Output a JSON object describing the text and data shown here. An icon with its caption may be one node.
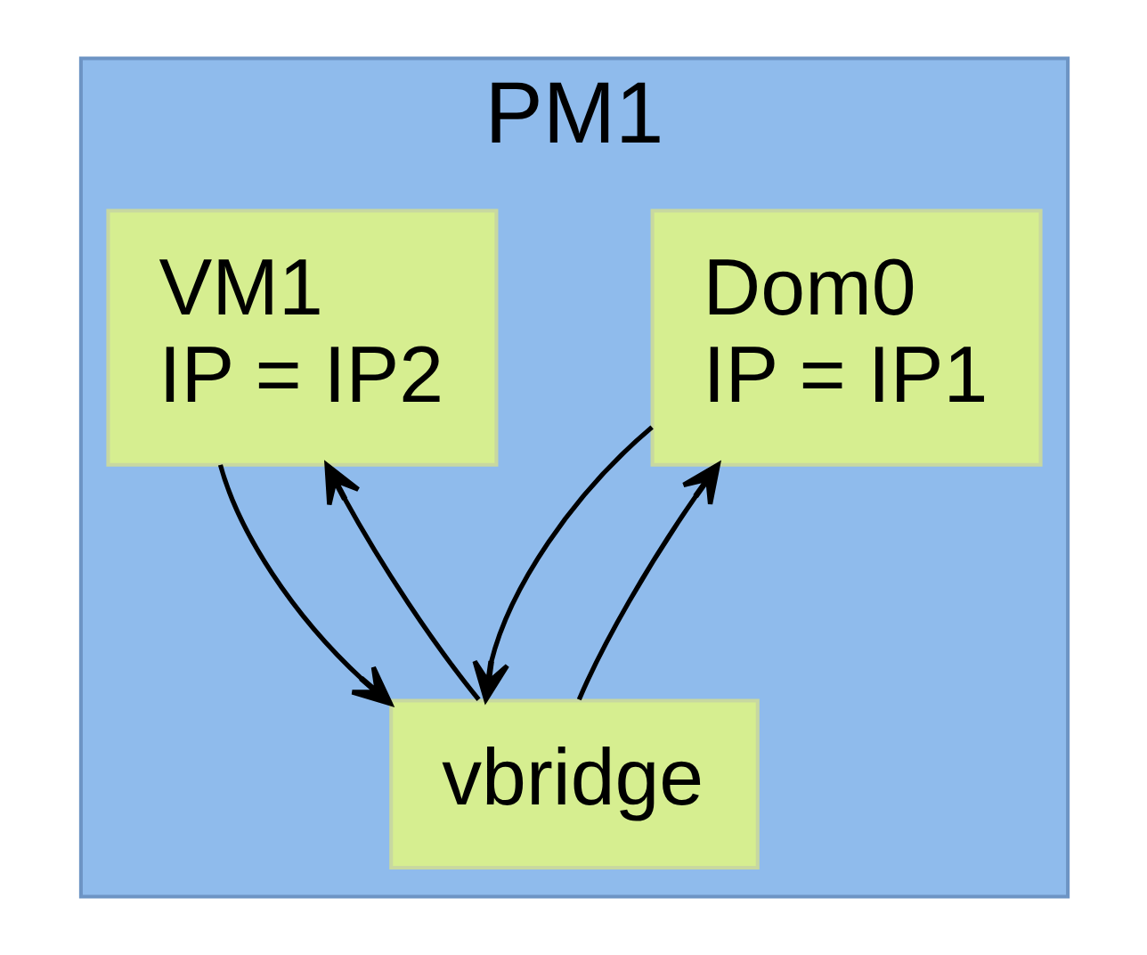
{
  "diagram": {
    "nodes": [
      {
        "text": [
          "PM1"
        ]
      },
      {
        "text": [
          "Dom0",
          "IP = IP1"
        ],
        "in": 0
      },
      {
        "text": [
          "VM1",
          "IP = IP2"
        ],
        "in": 0
      },
      {
        "text": [
          "vbridge"
        ],
        "in": 0
      }
    ],
    "edges": [
      {
        "from": 3,
        "to": 1,
        "arrow": "to"
      },
      {
        "from": 1,
        "to": 3,
        "arrow": "to"
      },
      {
        "from": 3,
        "to": 2,
        "arrow": "to"
      },
      {
        "from": 2,
        "to": 3,
        "arrow": "to"
      }
    ]
  }
}
